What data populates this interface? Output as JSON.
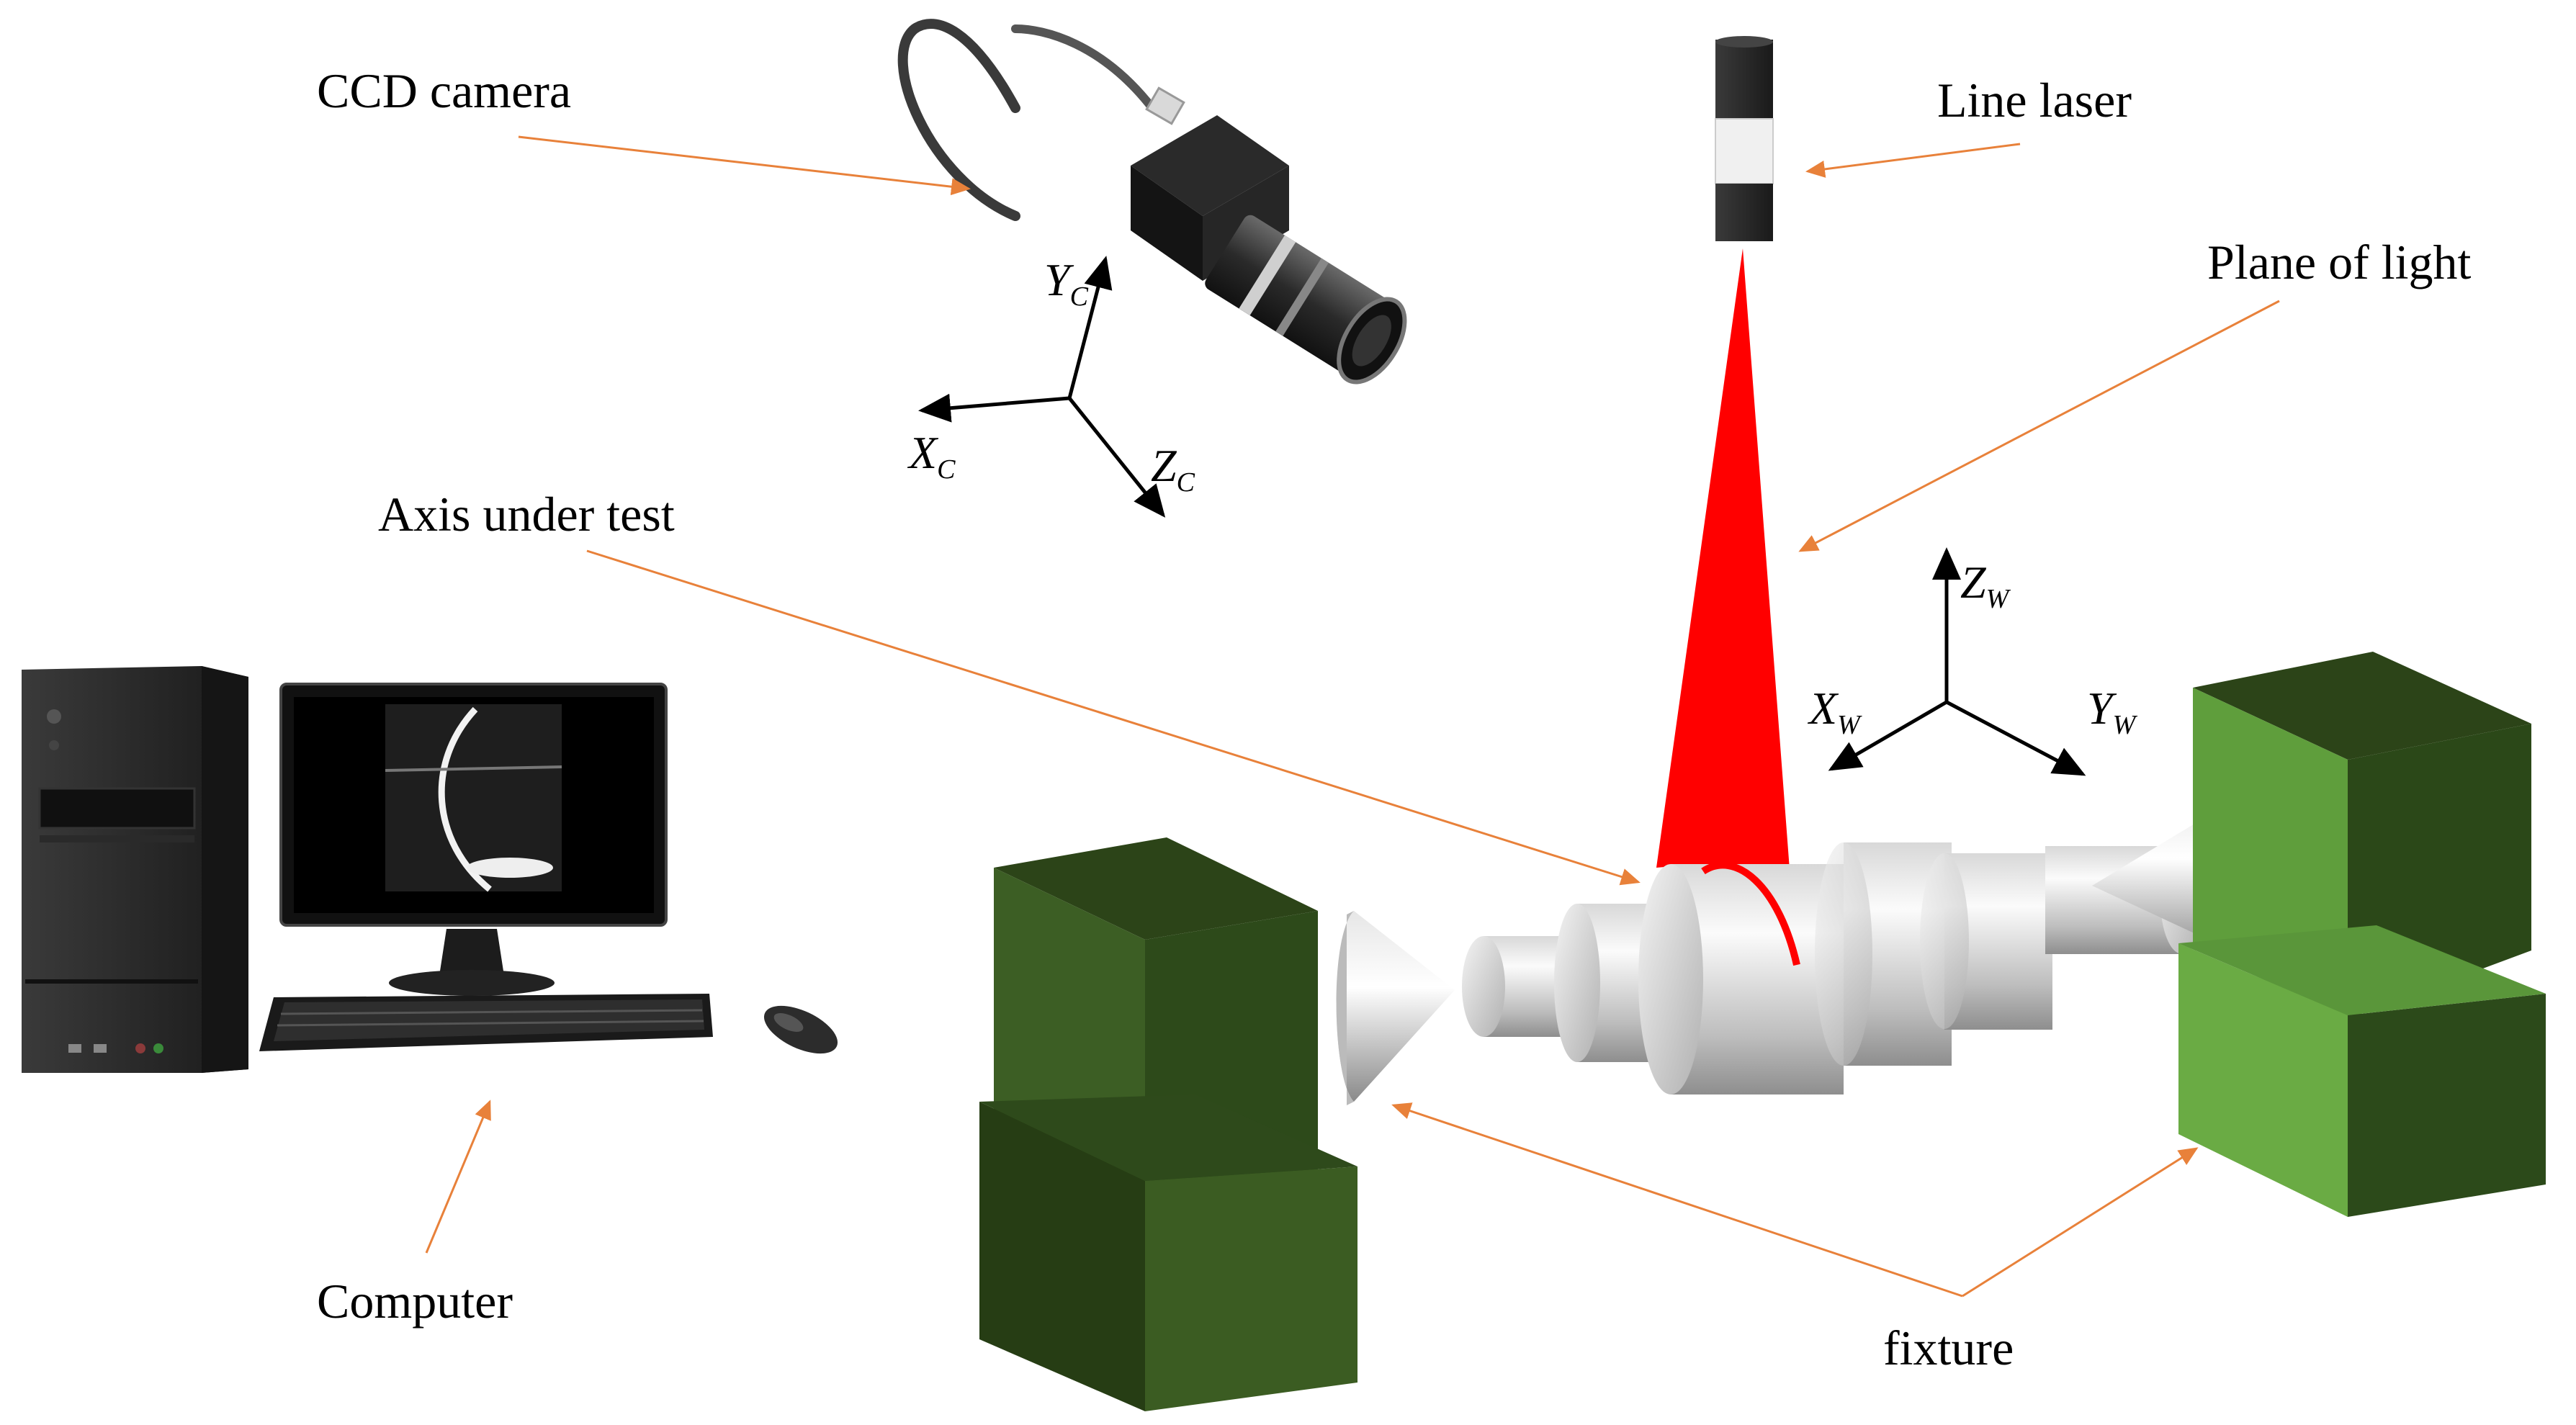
{
  "labels": {
    "ccd_camera": "CCD camera",
    "line_laser": "Line laser",
    "plane_of_light": "Plane of light",
    "axis_under_test": "Axis under test",
    "computer": "Computer",
    "fixture": "fixture"
  },
  "camera_axes": {
    "x": {
      "letter": "X",
      "sub": "C"
    },
    "y": {
      "letter": "Y",
      "sub": "C"
    },
    "z": {
      "letter": "Z",
      "sub": "C"
    }
  },
  "world_axes": {
    "x": {
      "letter": "X",
      "sub": "W"
    },
    "y": {
      "letter": "Y",
      "sub": "W"
    },
    "z": {
      "letter": "Z",
      "sub": "W"
    }
  },
  "colors": {
    "leader": "#e8813a",
    "laser_beam": "#ff0000",
    "fixture_front": "#3b5a22",
    "fixture_top": "#2c4418",
    "fixture_right_front": "#6aab44",
    "fixture_right_side": "#2b4818",
    "shaft_light": "#f2f2f2",
    "shaft_dark": "#9a9a9a"
  },
  "icons": [
    "ccd-camera-icon",
    "line-laser-icon",
    "computer-icon",
    "monitor-icon",
    "keyboard-icon",
    "mouse-icon"
  ]
}
